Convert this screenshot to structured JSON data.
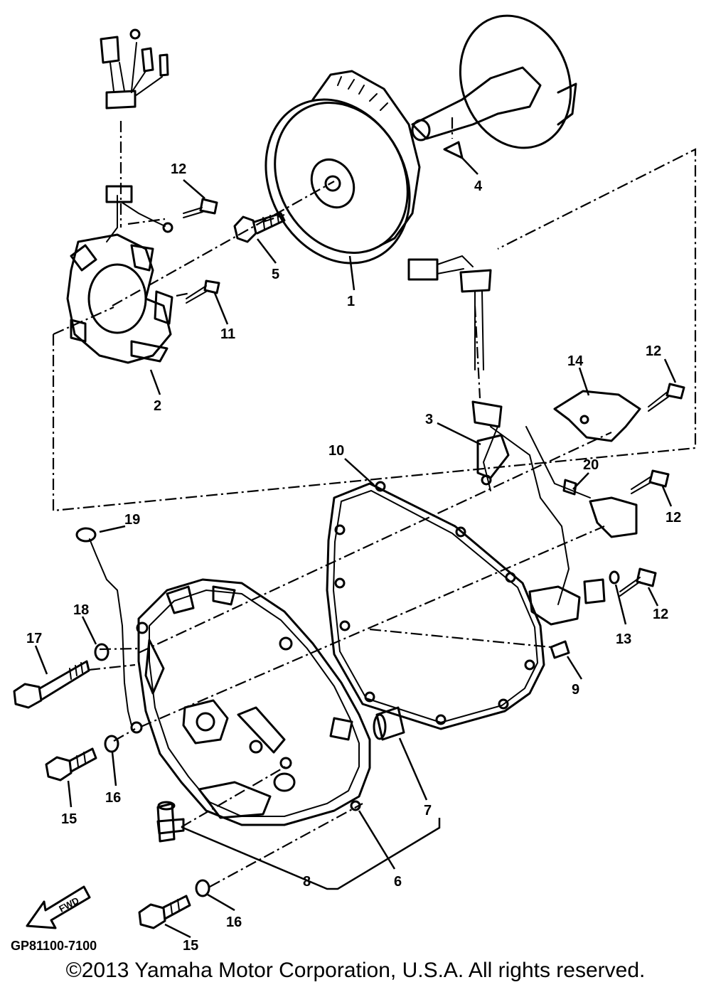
{
  "diagram": {
    "part_labels": [
      "1",
      "2",
      "3",
      "4",
      "5",
      "6",
      "7",
      "8",
      "9",
      "10",
      "11",
      "12",
      "13",
      "14",
      "15",
      "16",
      "17",
      "18",
      "19",
      "20"
    ],
    "fwd_label": "FWD",
    "drawing_code": "GP81100-7100",
    "copyright": "©2013 Yamaha Motor Corporation, U.S.A. All rights reserved."
  }
}
